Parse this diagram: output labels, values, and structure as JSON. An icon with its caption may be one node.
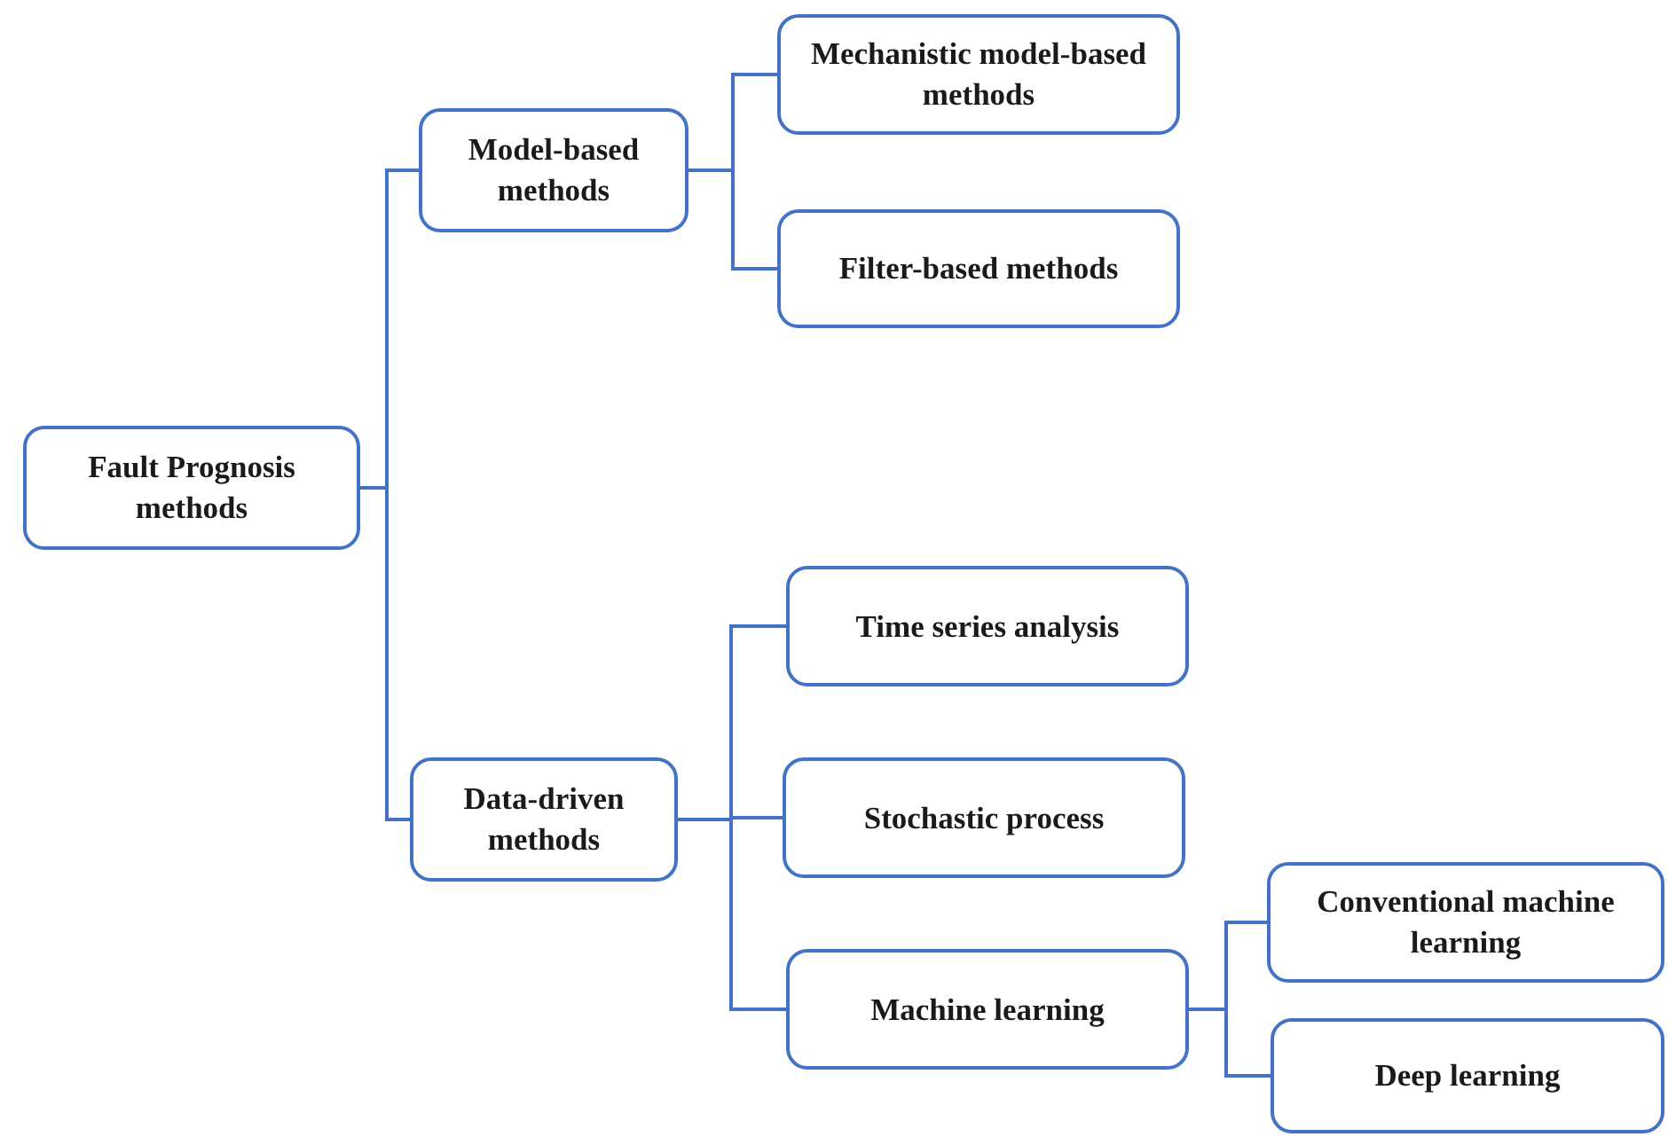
{
  "diagram": {
    "nodes": [
      {
        "text": [
          "Fault Prognosis methods"
        ]
      },
      {
        "text": [
          "Model-based methods"
        ]
      },
      {
        "text": [
          "Mechanistic model-based methods"
        ]
      },
      {
        "text": [
          "Filter-based methods"
        ]
      },
      {
        "text": [
          "Data-driven methods"
        ]
      },
      {
        "text": [
          "Time series analysis"
        ]
      },
      {
        "text": [
          "Stochastic process"
        ]
      },
      {
        "text": [
          "Machine learning"
        ]
      },
      {
        "text": [
          "Conventional machine learning"
        ]
      },
      {
        "text": [
          "Deep learning"
        ]
      }
    ],
    "edges": [
      {
        "from": 0,
        "to": 1,
        "arrow": "none"
      },
      {
        "from": 0,
        "to": 4,
        "arrow": "none"
      },
      {
        "from": 1,
        "to": 2,
        "arrow": "none"
      },
      {
        "from": 1,
        "to": 3,
        "arrow": "none"
      },
      {
        "from": 4,
        "to": 5,
        "arrow": "none"
      },
      {
        "from": 4,
        "to": 6,
        "arrow": "none"
      },
      {
        "from": 4,
        "to": 7,
        "arrow": "none"
      },
      {
        "from": 7,
        "to": 8,
        "arrow": "none"
      },
      {
        "from": 7,
        "to": 9,
        "arrow": "none"
      }
    ]
  }
}
